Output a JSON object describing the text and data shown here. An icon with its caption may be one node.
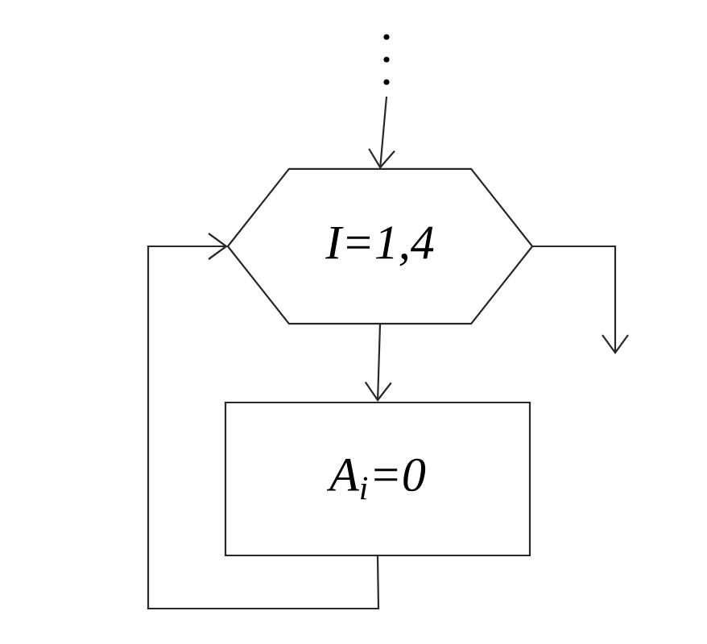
{
  "diagram": {
    "nodes": [
      {
        "text": [
          "I=1,4"
        ]
      },
      {
        "text": [
          "A$_{i}$=0"
        ]
      }
    ],
    "edges": [
      {
        "from": null,
        "to": 0,
        "arrow": "to"
      },
      {
        "from": 0,
        "to": 1,
        "arrow": "to"
      },
      {
        "from": 1,
        "to": 0,
        "arrow": "to"
      },
      {
        "from": 0,
        "to": null,
        "arrow": "to"
      }
    ]
  }
}
